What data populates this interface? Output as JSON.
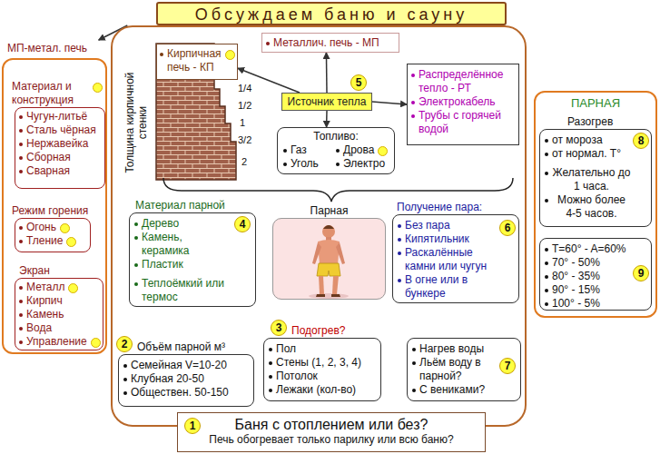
{
  "diagram": {
    "title": "Обсуждаем баню и сауну",
    "nodes": [
      {
        "text": [
          "Обсуждаем баню и сауну"
        ]
      },
      {
        "text": [
          "МП-метал. печь"
        ]
      },
      {
        "text": [
          "Материал и конструкция",
          "Чугун-литьё",
          "Сталь чёрная",
          "Нержавейка",
          "Сборная",
          "Сварная"
        ],
        "in": 1
      },
      {
        "text": [
          "Режим горения",
          "Огонь",
          "Тление"
        ],
        "in": 1
      },
      {
        "text": [
          "Экран",
          "Металл",
          "Кирпич",
          "Камень",
          "Вода",
          "Управление"
        ],
        "in": 1
      },
      {
        "text": []
      },
      {
        "text": [
          "Кирпичная печь - КП"
        ],
        "in": 5
      },
      {
        "text": [
          "Металлич. печь - МП"
        ],
        "in": 5
      },
      {
        "text": [
          "Источник тепла"
        ],
        "in": 5
      },
      {
        "text": [
          "Распределённое тепло - РТ",
          "Электрокабель",
          "Трубы с горячей водой"
        ],
        "in": 5
      },
      {
        "text": [
          "Топливо:",
          "Газ",
          "Дрова",
          "Уголь",
          "Электро"
        ],
        "in": 5
      },
      {
        "text": [
          "Материал парной",
          "Дерево",
          "Камень, керамика",
          "Пластик",
          "Теплоёмкий или термос"
        ],
        "in": 5
      },
      {
        "text": [
          "Парная"
        ],
        "in": 5
      },
      {
        "text": [
          "Получение пара:",
          "Без пара",
          "Кипятильник",
          "Раскалённые камни или чугун",
          "В огне или в бункере"
        ],
        "in": 5
      },
      {
        "text": [
          "Объём парной м³",
          "Семейная V=10-20",
          "Клубная 20-50",
          "Обществен. 50-150"
        ],
        "in": 5
      },
      {
        "text": [
          "Подогрев?",
          "Пол",
          "Стены (1, 2, 3, 4)",
          "Потолок",
          "Лежаки (кол-во)"
        ],
        "in": 5
      },
      {
        "text": [
          "Нагрев воды",
          "Льём воду в парной?",
          "С вениками?"
        ],
        "in": 5
      },
      {
        "text": [
          "Баня с отоплением или без?",
          "Печь обогревает только парилку или всю баню?"
        ]
      },
      {
        "text": [
          "ПАРНАЯ"
        ]
      },
      {
        "text": [
          "Разогрев",
          "от мороза",
          "от нормал. T°",
          "Желательно до 1 часа.",
          "Можно более 4-5 часов."
        ],
        "in": 18
      },
      {
        "text": [
          "T=60° - A=60%",
          "70° - 50%",
          "80° - 35%",
          "90° - 15%",
          "100° - 5%"
        ],
        "in": 18
      }
    ],
    "edges": [
      {
        "from": 8,
        "to": 6,
        "arrow": "to"
      },
      {
        "from": 8,
        "to": 7,
        "arrow": "to"
      },
      {
        "from": 8,
        "to": 9,
        "arrow": "to"
      },
      {
        "from": 8,
        "to": 10,
        "arrow": "to"
      },
      {
        "from": 5,
        "to": 1,
        "arrow": "to"
      }
    ],
    "labels": [
      "Толщина кирпичной стенки",
      "1/4",
      "1/2",
      "1",
      "3/2",
      "2",
      "5",
      "8",
      "4",
      "6",
      "9",
      "2",
      "3",
      "7",
      "1"
    ]
  }
}
